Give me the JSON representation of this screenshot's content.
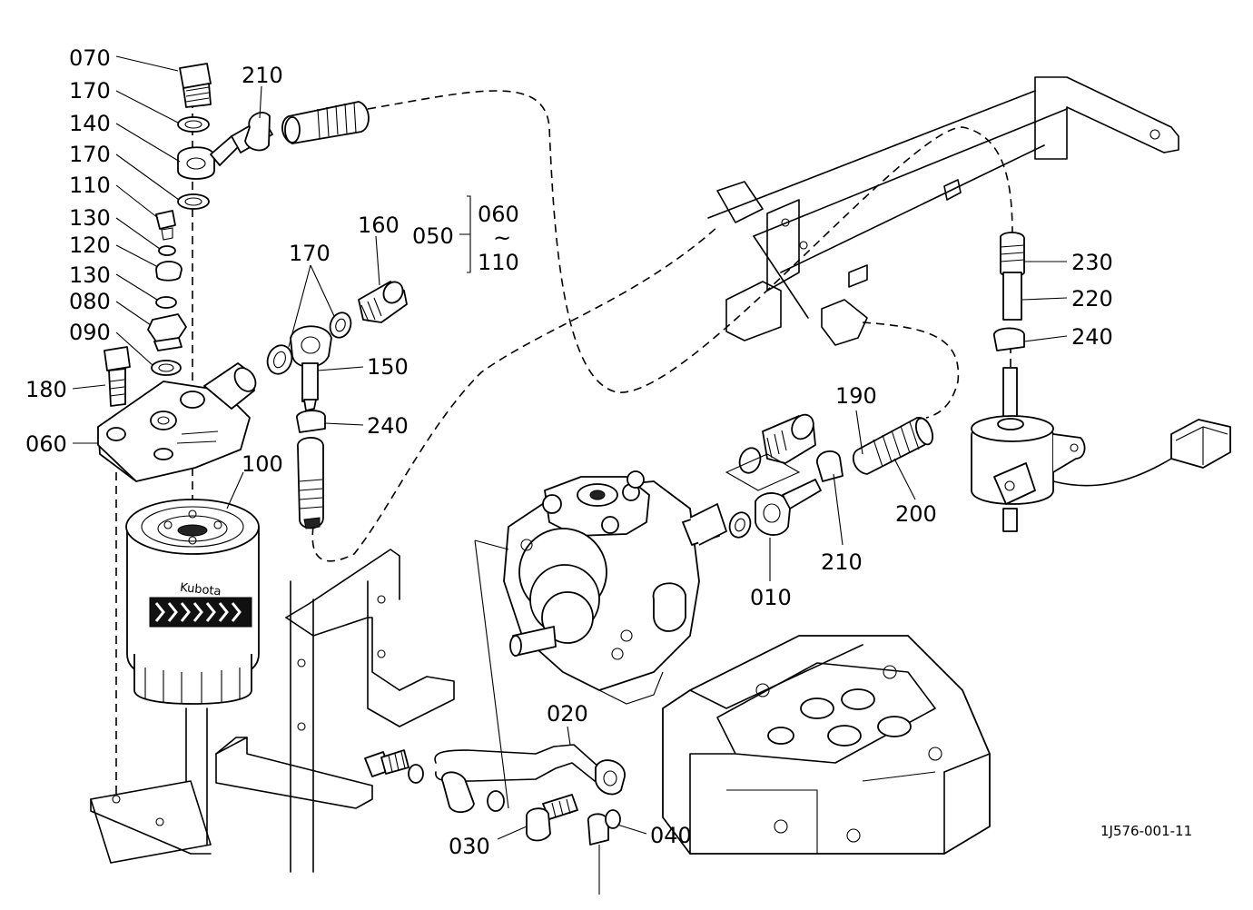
{
  "labels": {
    "p070": "070",
    "p170a": "170",
    "p140": "140",
    "p170b": "170",
    "p110": "110",
    "p130a": "130",
    "p120": "120",
    "p130b": "130",
    "p080": "080",
    "p090": "090",
    "p180": "180",
    "p060": "060",
    "p210a": "210",
    "p170c": "170",
    "p160": "160",
    "p150": "150",
    "p240a": "240",
    "p100": "100",
    "p050": "050",
    "p060r": "060",
    "tilde": "~",
    "p110r": "110",
    "p230": "230",
    "p220": "220",
    "p240b": "240",
    "p190": "190",
    "p200": "200",
    "p210b": "210",
    "p010": "010",
    "p020": "020",
    "p030": "030",
    "p040": "040"
  },
  "filter_brand": "Kubota",
  "drawing_code": "1J576-001-11"
}
